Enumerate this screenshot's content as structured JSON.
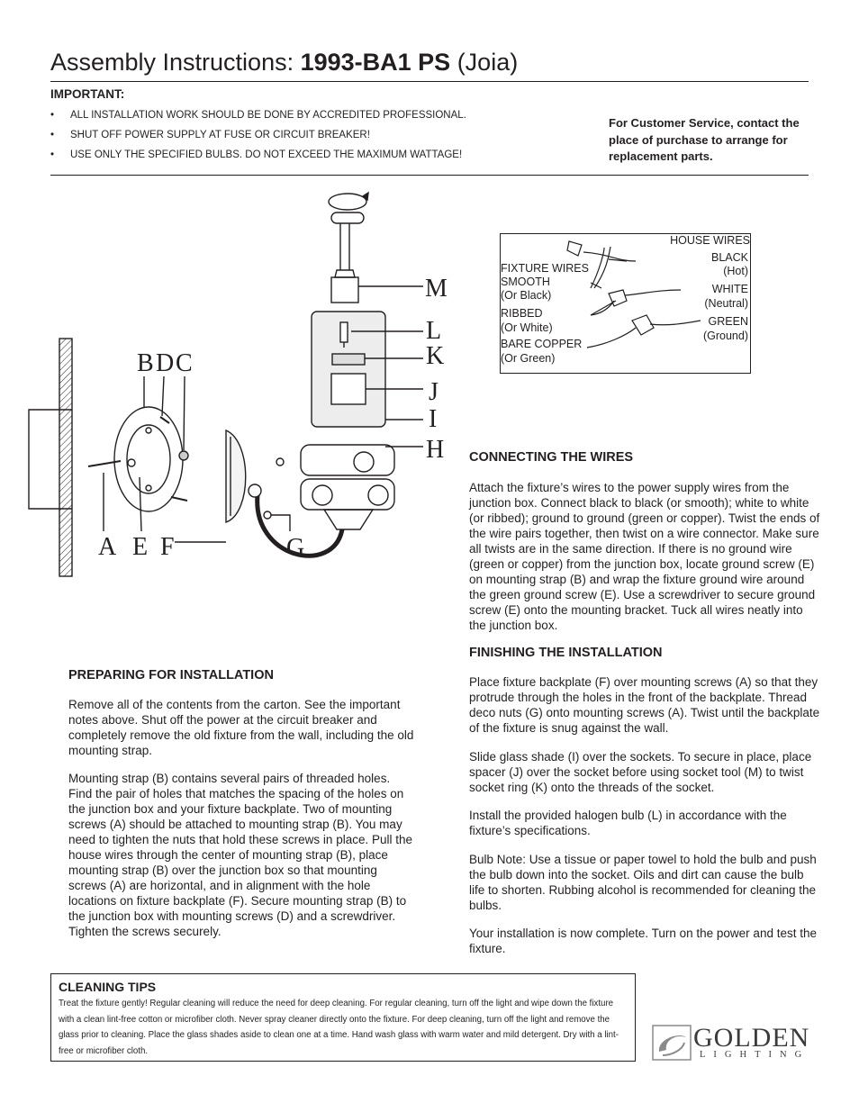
{
  "header": {
    "title_prefix": "Assembly Instructions: ",
    "title_model": "1993-BA1 PS",
    "title_suffix": " (Joia)"
  },
  "important": {
    "heading": "IMPORTANT:",
    "items": [
      "ALL INSTALLATION WORK SHOULD BE DONE BY ACCREDITED PROFESSIONAL.",
      "SHUT OFF POWER SUPPLY AT FUSE OR CIRCUIT BREAKER!",
      "USE ONLY THE SPECIFIED BULBS. DO NOT EXCEED THE MAXIMUM WATTAGE!"
    ]
  },
  "customer_service": "For Customer Service, contact the place of purchase to arrange for replacement parts.",
  "diagram": {
    "labels": {
      "M": "M",
      "L": "L",
      "K": "K",
      "J": "J",
      "I": "I",
      "H": "H",
      "B": "B",
      "D": "D",
      "C": "C",
      "A": "A",
      "E": "E",
      "F": "F",
      "G": "G"
    }
  },
  "wiring": {
    "house_wires": "HOUSE WIRES",
    "black": "BLACK",
    "hot": "(Hot)",
    "white": "WHITE",
    "neutral": "(Neutral)",
    "green": "GREEN",
    "ground": "(Ground)",
    "fixture_wires": "FIXTURE WIRES",
    "smooth": "SMOOTH",
    "or_black": "(Or Black)",
    "ribbed": "RIBBED",
    "or_white": "(Or White)",
    "bare_copper": "BARE COPPER",
    "or_green": "(Or Green)"
  },
  "connecting": {
    "heading": "CONNECTING THE WIRES",
    "text": "Attach the fixture’s wires to the power supply wires from the junction box. Connect black to black (or smooth); white to white (or ribbed); ground to ground (green or copper). Twist the ends of the wire pairs together, then twist on a wire connector.  Make sure all twists are in the same direction. If there is no ground wire (green or copper) from the junction box, locate ground screw (E) on mounting strap (B) and wrap the fixture ground wire around the green ground screw (E). Use a screwdriver to secure ground screw (E) onto the mounting bracket. Tuck all wires neatly into the junction box."
  },
  "finishing": {
    "heading": "FINISHING THE INSTALLATION",
    "paragraphs": [
      "Place fixture backplate (F) over mounting screws (A) so that they protrude through the holes in the front of the backplate. Thread deco nuts (G) onto mounting screws (A). Twist until the backplate of the fixture is snug against the wall.",
      "Slide glass shade (I) over the sockets. To secure in place, place spacer (J) over the socket before using socket tool (M) to twist socket ring (K) onto the threads of the socket.",
      "Install the provided halogen bulb (L) in accordance with the fixture’s specifications.",
      "Bulb Note: Use a tissue or paper towel to hold the bulb and push the bulb down into the socket. Oils and dirt can cause the bulb life to shorten. Rubbing alcohol is recommended for cleaning the bulbs.",
      "Your installation is now complete. Turn on the power and test the fixture."
    ]
  },
  "preparing": {
    "heading": "PREPARING FOR INSTALLATION",
    "paragraphs": [
      "Remove all of the contents from the carton. See the important notes above. Shut off the power at the circuit breaker and completely remove the old fixture from the wall, including the old mounting strap.",
      "Mounting strap (B) contains several pairs of threaded holes. Find the pair of holes that matches the spacing of the holes on the junction box and your fixture backplate. Two of mounting screws (A) should be attached to mounting strap (B). You may need to tighten the nuts that hold these screws in place. Pull the house wires through the center of mounting strap (B), place mounting strap (B) over the junction box so that mounting screws (A) are horizontal, and in alignment with the hole locations on fixture backplate (F). Secure mounting strap (B) to the junction box with mounting screws (D) and a screwdriver. Tighten the screws securely."
    ]
  },
  "cleaning": {
    "heading": "CLEANING TIPS",
    "text": "Treat the fixture gently! Regular cleaning will reduce the need for deep cleaning. For regular cleaning, turn off the light and wipe down the fixture with a clean lint-free cotton or microfiber cloth. Never spray cleaner directly onto the fixture.  For deep cleaning, turn off the light and remove the glass prior to cleaning.  Place the glass shades aside to clean one at a time. Hand wash glass with warm water and mild detergent.  Dry with a lint-free or microfiber cloth."
  },
  "logo": {
    "word": "GOLDEN",
    "sub": "LIGHTING"
  }
}
